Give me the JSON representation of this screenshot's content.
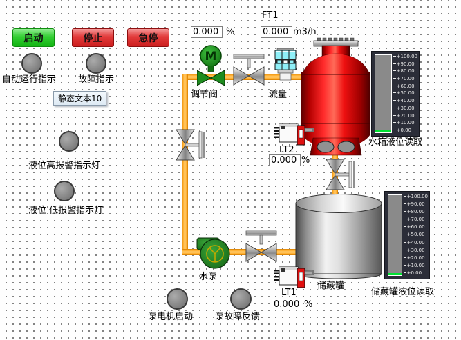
{
  "controls": {
    "start": "启动",
    "stop": "停止",
    "estop": "急停"
  },
  "lamps": {
    "auto_run": "自动运行指示",
    "fault": "故障指示",
    "level_high": "液位高报警指示灯",
    "level_low": "液位 低报警指示灯",
    "pump_motor": "泵电机启动",
    "pump_feedback": "泵故障反馈"
  },
  "static_text": "静态文本10",
  "ft1": {
    "tag": "FT1",
    "percent": "0.000",
    "percent_unit": "%",
    "flow": "0.000",
    "flow_unit": "m3/h"
  },
  "lt2": {
    "tag": "LT2",
    "value": "0.000",
    "unit": "%"
  },
  "lt1": {
    "tag": "LT1",
    "value": "0.000",
    "unit": "%"
  },
  "devices": {
    "control_valve": "调节阀",
    "flow_meter": "流量",
    "pump": "水泵",
    "storage_tank": "储藏罐",
    "motor_letter": "M"
  },
  "gauges": {
    "ticks": [
      "+100.00",
      "+90.00",
      "+80.00",
      "+70.00",
      "+60.00",
      "+50.00",
      "+40.00",
      "+30.00",
      "+20.00",
      "+10.00",
      "+0.00"
    ],
    "tank": {
      "label": "水箱液位读取",
      "fill_percent": 2.5
    },
    "storage": {
      "label": "储藏罐液位读取",
      "fill_percent": 2.5
    }
  },
  "colors": {
    "pipe_orange": "#FFA82E",
    "button_green": "#33CE33",
    "button_red": "#E23A3A",
    "lamp_gray": "#8C8C8C",
    "gauge_background": "#2B2D38",
    "gauge_fill_green": "#00E033",
    "tank_red": "#DD0000",
    "valve_green": "#1E8C1E"
  }
}
